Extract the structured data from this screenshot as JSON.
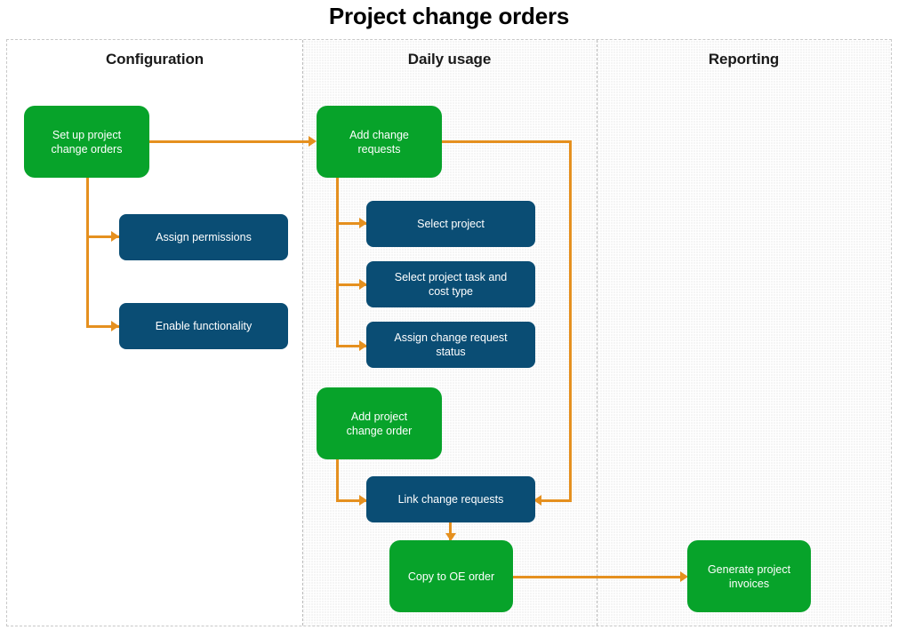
{
  "title": "Project change orders",
  "lanes": [
    {
      "id": "configuration",
      "label": "Configuration"
    },
    {
      "id": "daily-usage",
      "label": "Daily usage"
    },
    {
      "id": "reporting",
      "label": "Reporting"
    }
  ],
  "nodes": {
    "set_up_project_change_orders": "Set up project\nchange orders",
    "assign_permissions": "Assign permissions",
    "enable_functionality": "Enable functionality",
    "add_change_requests": "Add change\nrequests",
    "select_project": "Select project",
    "select_project_task_and_cost_type": "Select project task and\ncost type",
    "assign_change_request_status": "Assign change request\nstatus",
    "add_project_change_order": "Add project\nchange order",
    "link_change_requests": "Link change requests",
    "copy_to_oe_order": "Copy to OE order",
    "generate_project_invoices": "Generate project\ninvoices"
  },
  "colors": {
    "green": "#07a32a",
    "blue": "#0a4d74",
    "connector": "#e5901f",
    "lane_shaded": "#f5f5f5",
    "lane_border": "#c8c8c8",
    "title_text": "#000000",
    "node_text": "#ffffff"
  }
}
